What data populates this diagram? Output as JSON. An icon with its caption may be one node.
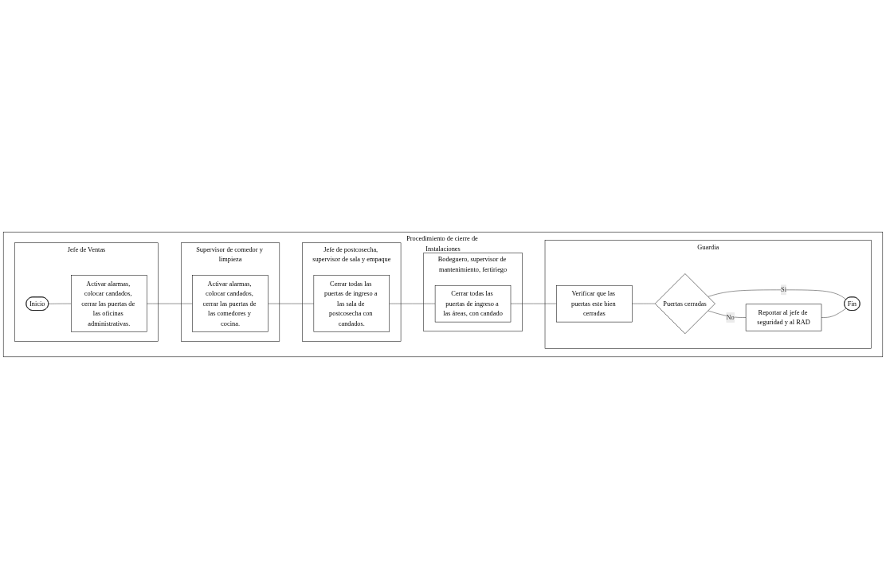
{
  "diagram": {
    "nodes": [
      {
        "text": [
          "Procedimiento de cierre de Instalaciones"
        ]
      },
      {
        "text": [
          "Jefe de Ventas"
        ],
        "in": 0
      },
      {
        "text": [
          "Supervisor de comedor y limpieza"
        ],
        "in": 0
      },
      {
        "text": [
          "Jefe de postcosecha, supervisor de sala y empaque"
        ],
        "in": 0
      },
      {
        "text": [
          "Bodeguero, supervisor de mantenimiento, fertiriego"
        ],
        "in": 0
      },
      {
        "text": [
          "Guardia"
        ],
        "in": 0
      },
      {
        "text": [
          "Inicio"
        ],
        "in": 1
      },
      {
        "text": [
          "Activar alarmas, colocar candados, cerrar las puertas de las oficinas administrativas."
        ],
        "in": 1
      },
      {
        "text": [
          "Activar alarmas, colocar candados, cerrar las puertas de las comedores y cocina."
        ],
        "in": 2
      },
      {
        "text": [
          "Cerrar todas las puertas de ingreso a las sala de postcosecha con candados."
        ],
        "in": 3
      },
      {
        "text": [
          "Cerrar todas las puertas de ingreso a las áreas, con candado"
        ],
        "in": 4
      },
      {
        "text": [
          "Verificar que las puertas este bien cerradas"
        ],
        "in": 5
      },
      {
        "text": [
          "Puertas cerradas"
        ],
        "in": 5
      },
      {
        "text": [
          "Reportar al jefe de seguridad y al RAD"
        ],
        "in": 5
      },
      {
        "text": [
          "Fin"
        ],
        "in": 5
      }
    ],
    "edges": [
      {
        "from": 6,
        "to": 7,
        "arrow": "none"
      },
      {
        "from": 7,
        "to": 8,
        "arrow": "none"
      },
      {
        "from": 8,
        "to": 9,
        "arrow": "none"
      },
      {
        "from": 9,
        "to": 10,
        "arrow": "none"
      },
      {
        "from": 10,
        "to": 11,
        "arrow": "none"
      },
      {
        "from": 11,
        "to": 12,
        "arrow": "none"
      },
      {
        "from": 12,
        "to": 13,
        "arrow": "none",
        "label": "No"
      },
      {
        "from": 12,
        "to": 14,
        "arrow": "none",
        "label": "Si"
      },
      {
        "from": 13,
        "to": 14,
        "arrow": "none"
      }
    ]
  }
}
